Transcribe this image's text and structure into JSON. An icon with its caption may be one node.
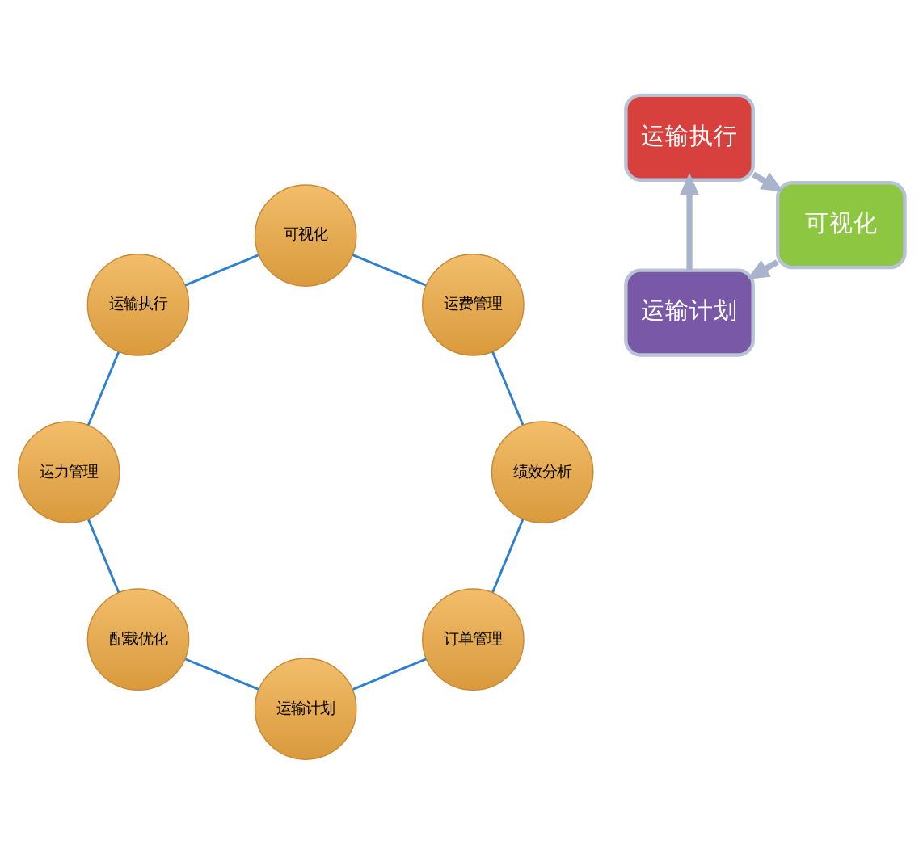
{
  "diagram": {
    "nodes": [
      {
        "text": [
          "订单管理"
        ]
      },
      {
        "text": [
          "运输计划"
        ]
      },
      {
        "text": [
          "配载优化"
        ]
      },
      {
        "text": [
          "运力管理"
        ]
      },
      {
        "text": [
          "运输执行"
        ]
      },
      {
        "text": [
          "可视化"
        ]
      },
      {
        "text": [
          "运费管理"
        ]
      },
      {
        "text": [
          "绩效分析"
        ]
      },
      {
        "text": [
          "运输计划"
        ]
      },
      {
        "text": [
          "运输执行"
        ]
      },
      {
        "text": [
          "可视化"
        ]
      }
    ],
    "edges": [
      {
        "from": 0,
        "to": 1,
        "arrow": "none"
      },
      {
        "from": 1,
        "to": 2,
        "arrow": "none"
      },
      {
        "from": 2,
        "to": 3,
        "arrow": "none"
      },
      {
        "from": 3,
        "to": 4,
        "arrow": "none"
      },
      {
        "from": 4,
        "to": 5,
        "arrow": "none"
      },
      {
        "from": 5,
        "to": 6,
        "arrow": "none"
      },
      {
        "from": 6,
        "to": 7,
        "arrow": "none"
      },
      {
        "from": 7,
        "to": 0,
        "arrow": "none"
      },
      {
        "from": 8,
        "to": 9,
        "arrow": "to",
        "style": "thick",
        "color": "#a9b4cc"
      },
      {
        "from": 9,
        "to": 10,
        "arrow": "to",
        "style": "thick",
        "color": "#a9b4cc"
      },
      {
        "from": 10,
        "to": 8,
        "arrow": "to",
        "style": "thick",
        "color": "#a9b4cc"
      }
    ]
  }
}
